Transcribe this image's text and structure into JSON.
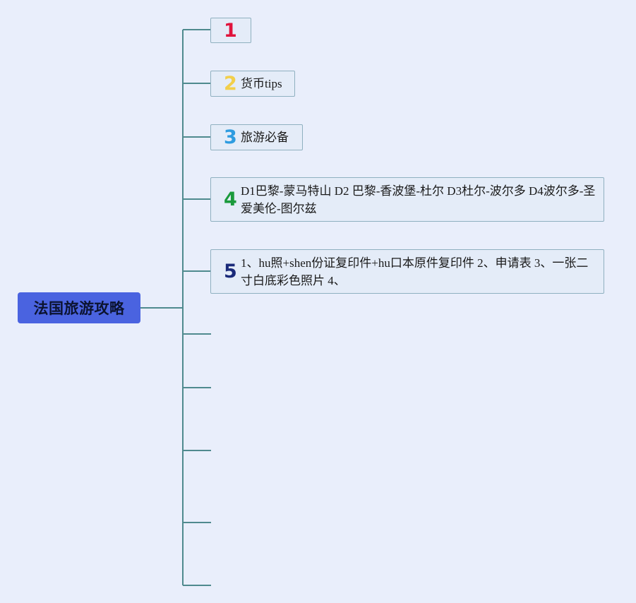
{
  "root": {
    "label": "法国旅游攻略"
  },
  "branches": [
    {
      "badge": "1",
      "badge_color": "#e0143c",
      "text": ""
    },
    {
      "badge": "2",
      "badge_color": "#f2cf4a",
      "text": "货币tips"
    },
    {
      "badge": "3",
      "badge_color": "#2e9ce0",
      "text": "旅游必备"
    },
    {
      "badge": "4",
      "badge_color": "#1a9a3c",
      "text": "D1巴黎-蒙马特山 D2 巴黎-香波堡-杜尔 D3杜尔-波尔多 D4波尔多-圣爱美伦-图尔兹"
    },
    {
      "badge": "5",
      "badge_color": "#1a2a7a",
      "text": "1、hu照+shen份证复印件+hu口本原件复印件 2、申请表 3、一张二寸白底彩色照片 4、"
    }
  ],
  "colors": {
    "background": "#e9eefb",
    "root_fill": "#4a63e0",
    "connector": "#4f8a8e",
    "node_fill": "#e4ecf8",
    "node_border": "#8fb0c0"
  }
}
